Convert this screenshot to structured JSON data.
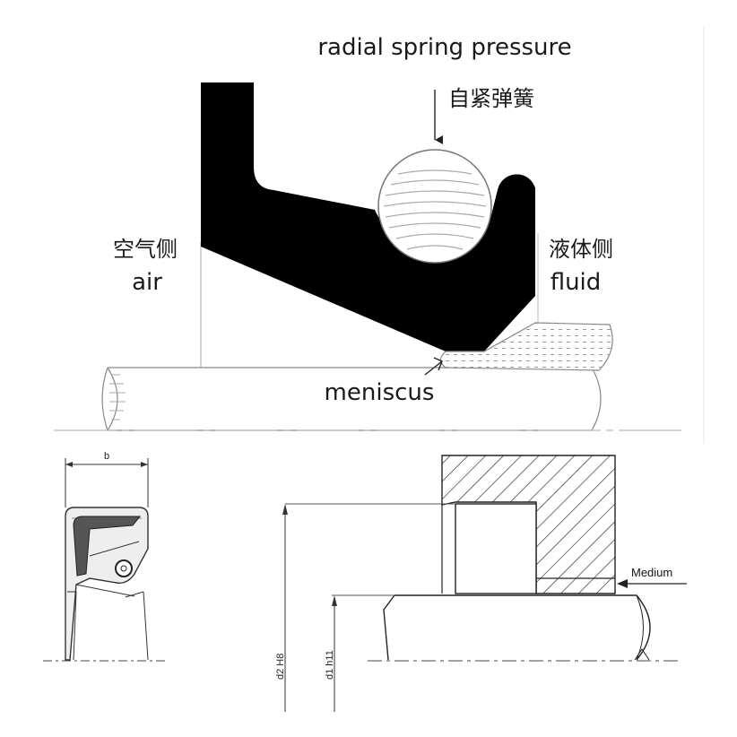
{
  "top_diagram": {
    "label_spring_en": "radial spring pressure",
    "label_spring_cn": "自紧弹簧",
    "label_air_cn": "空气侧",
    "label_air_en": "air",
    "label_fluid_cn": "液体侧",
    "label_fluid_en": "fluid",
    "label_meniscus": "meniscus"
  },
  "bottom_left": {
    "dim_width_label": "b"
  },
  "bottom_right": {
    "dim_d2_label": "d2 H8",
    "dim_d1_label": "d1 h11",
    "medium_label": "Medium"
  }
}
